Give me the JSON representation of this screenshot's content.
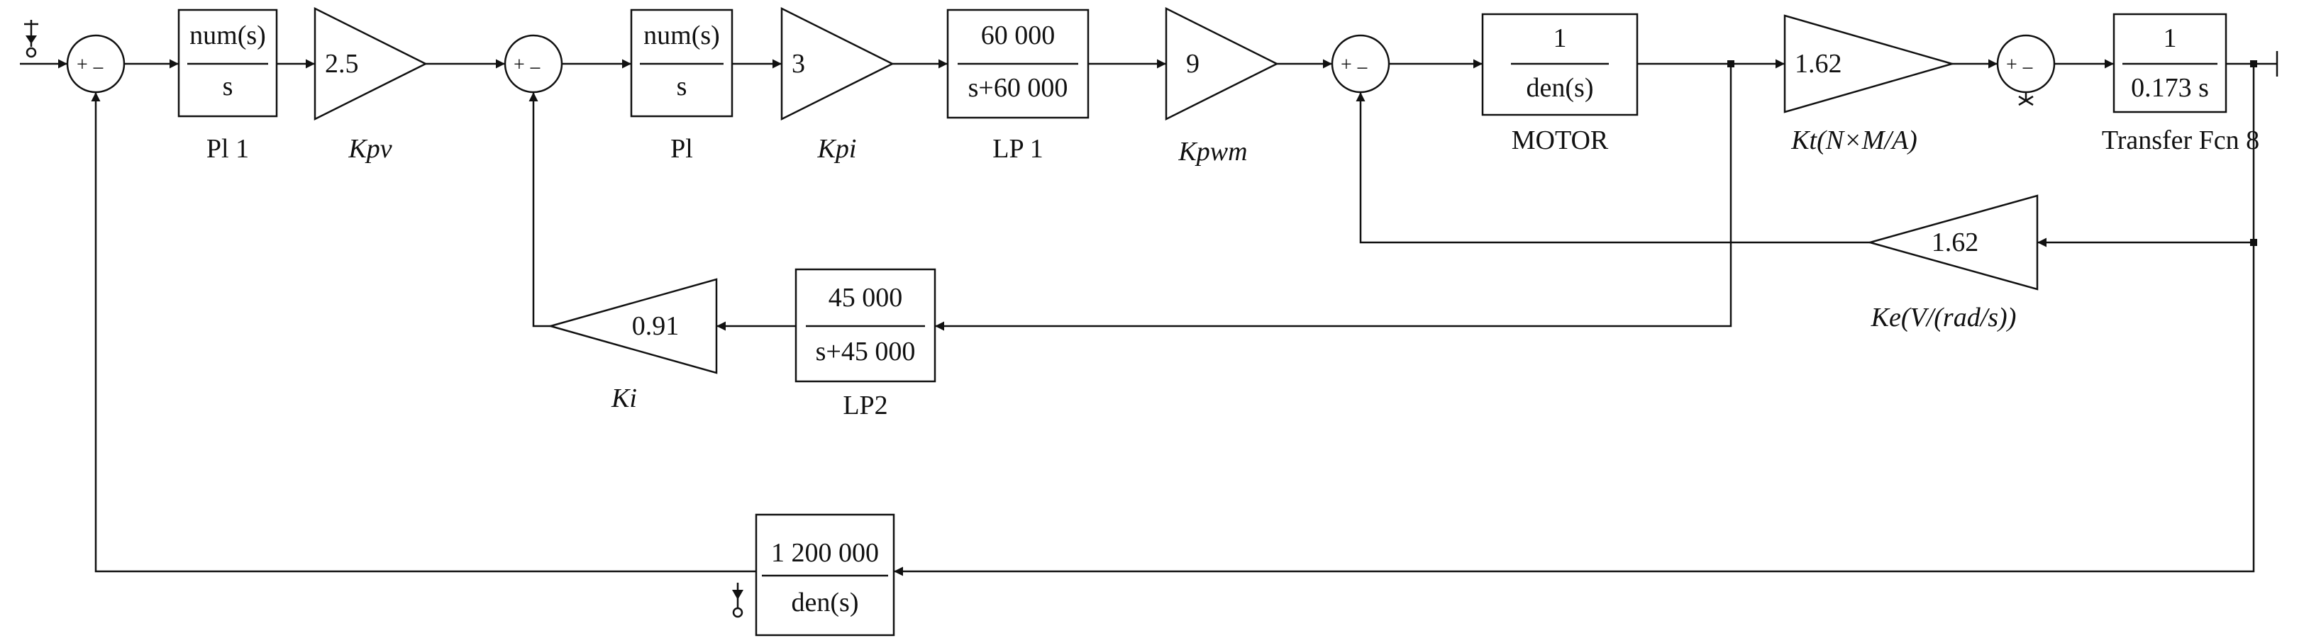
{
  "blocks": {
    "pi1": {
      "num": "num(s)",
      "den": "s",
      "label": "Pl 1"
    },
    "kpv": {
      "value": "2.5",
      "label": "Kpv"
    },
    "pi": {
      "num": "num(s)",
      "den": "s",
      "label": "Pl"
    },
    "kpi": {
      "value": "3",
      "label": "Kpi"
    },
    "lp1": {
      "num": "60 000",
      "den": "s+60 000",
      "label": "LP 1"
    },
    "kpwm": {
      "value": "9",
      "label": "Kpwm"
    },
    "motor": {
      "num": "1",
      "den": "den(s)",
      "label": "MOTOR"
    },
    "kt": {
      "value": "1.62",
      "label": "Kt(N×M/A)"
    },
    "tf8": {
      "num": "1",
      "den": "0.173 s",
      "label": "Transfer Fcn 8"
    },
    "ke": {
      "value": "1.62",
      "label": "Ke(V/(rad/s))"
    },
    "lp2": {
      "num": "45 000",
      "den": "s+45 000",
      "label": "LP2"
    },
    "ki": {
      "value": "0.91",
      "label": "Ki"
    },
    "sensor": {
      "num": "1 200 000",
      "den": "den(s)"
    }
  },
  "sum_signs": {
    "plus": "+",
    "minus": "−"
  }
}
